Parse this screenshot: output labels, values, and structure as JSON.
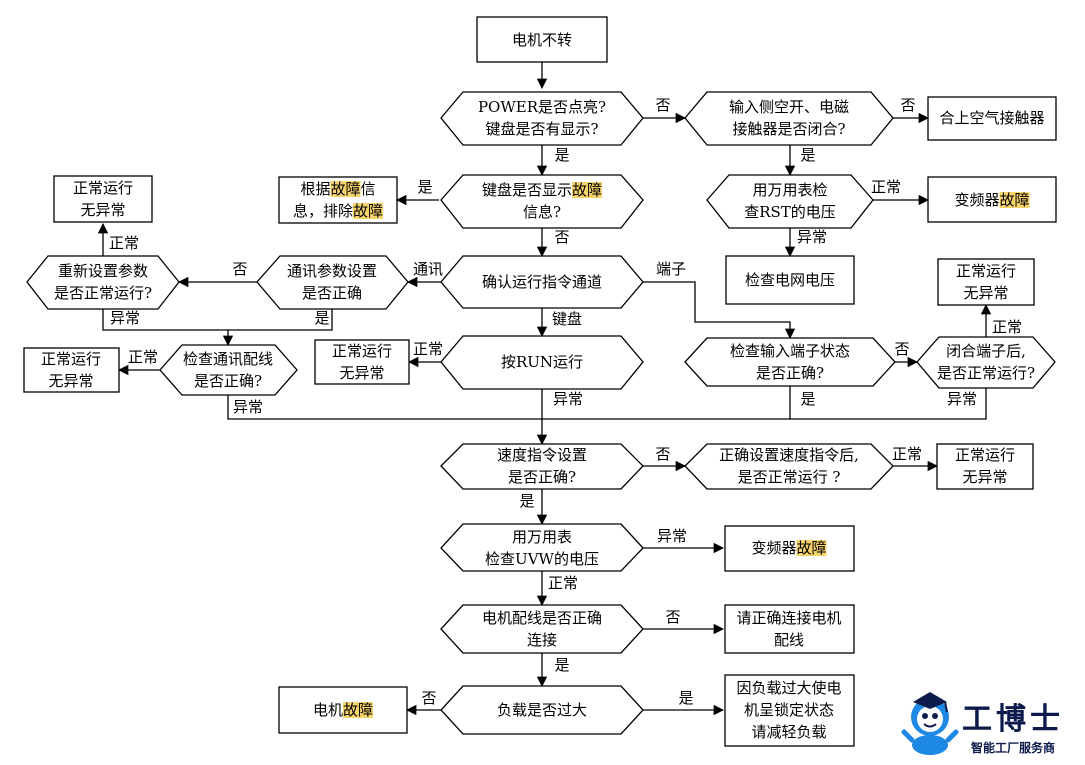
{
  "nodes": {
    "start": [
      "电机不转"
    ],
    "power": [
      "POWER是否点亮?",
      "键盘是否有显示?"
    ],
    "input_open": [
      "输入侧空开、电磁",
      "接触器是否闭合?"
    ],
    "close_contactor": [
      "合上空气接触器"
    ],
    "keyboard_fault": [
      "键盘是否显示故障",
      "信息?"
    ],
    "by_fault": [
      "根据故障信",
      "息，排除故障"
    ],
    "measure_rst": [
      "用万用表检",
      "查RST的电压"
    ],
    "vfd_fault_1": [
      "变频器故障"
    ],
    "check_grid": [
      "检查电网电压"
    ],
    "normal_1": [
      "正常运行",
      "无异常"
    ],
    "reset_param": [
      "重新设置参数",
      "是否正常运行?"
    ],
    "comm_param": [
      "通讯参数设置",
      "是否正确"
    ],
    "confirm_channel": [
      "确认运行指令通道"
    ],
    "normal_2": [
      "正常运行",
      "无异常"
    ],
    "normal_3": [
      "正常运行",
      "无异常"
    ],
    "check_comm_wiring": [
      "检查通讯配线",
      "是否正确?"
    ],
    "normal_4": [
      "正常运行",
      "无异常"
    ],
    "press_run": [
      "按RUN运行"
    ],
    "check_terminal": [
      "检查输入端子状态",
      "是否正确?"
    ],
    "close_terminal": [
      "闭合端子后,",
      "是否正常运行?"
    ],
    "speed_cmd": [
      "速度指令设置",
      "是否正确?"
    ],
    "set_speed": [
      "正确设置速度指令后,",
      "是否正常运行 ?"
    ],
    "normal_5": [
      "正常运行",
      "无异常"
    ],
    "measure_uvw": [
      "用万用表",
      "检查UVW的电压"
    ],
    "vfd_fault_2": [
      "变频器故障"
    ],
    "motor_wiring": [
      "电机配线是否正确",
      "连接"
    ],
    "connect_motor": [
      "请正确连接电机",
      "配线"
    ],
    "load_heavy": [
      "负载是否过大"
    ],
    "motor_fault": [
      "电机故障"
    ],
    "reduce_load": [
      "因负载过大使电",
      "机呈锁定状态",
      "请减轻负载"
    ]
  },
  "highlight_term": "故障",
  "edge_labels": {
    "power_no": "否",
    "input_no": "否",
    "power_yes": "是",
    "input_yes": "是",
    "kb_yes": "是",
    "rst_normal": "正常",
    "kb_no": "否",
    "rst_abnormal": "异常",
    "comm": "通讯",
    "terminal": "端子",
    "comm_param_no": "否",
    "reset_normal": "正常",
    "reset_abnormal": "异常",
    "comm_param_yes": "是",
    "keyboard": "键盘",
    "close_term_normal": "正常",
    "wiring_normal": "正常",
    "run_normal": "正常",
    "check_term_no": "否",
    "wiring_abnormal": "异常",
    "run_abnormal": "异常",
    "check_term_yes": "是",
    "close_term_abnormal": "异常",
    "speed_no": "否",
    "set_speed_normal": "正常",
    "speed_yes": "是",
    "uvw_abnormal": "异常",
    "uvw_normal": "正常",
    "motor_wiring_no": "否",
    "motor_wiring_yes": "是",
    "load_no": "否",
    "load_yes": "是"
  },
  "logo": {
    "name": "工博士",
    "tagline": "智能工厂服务商"
  },
  "colors": {
    "highlight": "#f7d36b",
    "logo_blue": "#1e88e5",
    "logo_dark": "#0d1b4c"
  }
}
